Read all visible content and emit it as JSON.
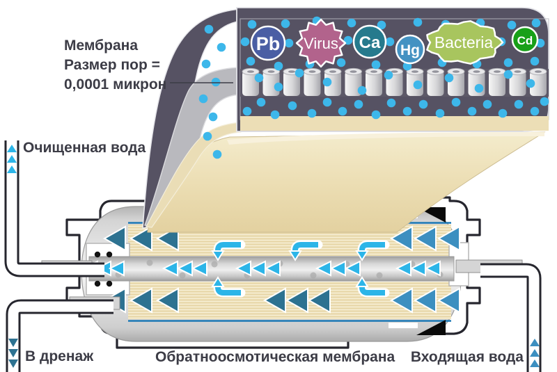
{
  "diagram": {
    "note": {
      "line1": "Мембрана",
      "line2": "Размер пор =",
      "line3": "0,0001 микрон"
    },
    "labels": {
      "purified_water": "Очищенная вода",
      "to_drain": "В дренаж",
      "ro_membrane": "Обратноосмотическая мембрана",
      "inlet_water": "Входящая вода"
    },
    "contaminants": [
      {
        "label": "Pb",
        "shape": "circle",
        "color": "#4a5ea4"
      },
      {
        "label": "Virus",
        "shape": "burst",
        "color": "#b2638c"
      },
      {
        "label": "Ca",
        "shape": "circle",
        "color": "#267a8d"
      },
      {
        "label": "Hg",
        "shape": "circle",
        "color": "#4492c2"
      },
      {
        "label": "Bacteria",
        "shape": "blob",
        "color": "#a8c55e"
      },
      {
        "label": "Cd",
        "shape": "circle",
        "color": "#18a018"
      }
    ],
    "colors": {
      "band_dark": "#565263",
      "water_dot": "#3db7ea",
      "flow_cyan": "#2cb5e8",
      "flow_teal_dark": "#2d7291",
      "flow_inlet_blue": "#3c8fc0",
      "membrane_tan": "#e9d9ad",
      "sheet_beige": "#eaddb6",
      "wrap_blue": "#1d79b5",
      "text": "#3c3c46"
    }
  }
}
